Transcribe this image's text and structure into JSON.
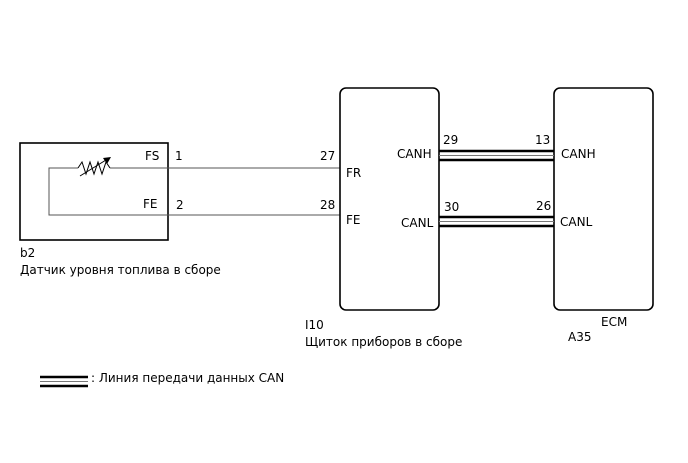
{
  "sensor": {
    "code": "b2",
    "name": "Датчик уровня топлива в сборе",
    "pin_fs_label": "FS",
    "pin_fs_num": "1",
    "pin_fe_label": "FE",
    "pin_fe_num": "2"
  },
  "cluster": {
    "code": "I10",
    "name": "Щиток приборов в сборе",
    "pin_fr_num": "27",
    "pin_fr_label": "FR",
    "pin_fe_num": "28",
    "pin_fe_label": "FE",
    "pin_canh_num": "29",
    "pin_canh_label": "CANH",
    "pin_canl_num": "30",
    "pin_canl_label": "CANL"
  },
  "ecm": {
    "code": "A35",
    "name": "ECM",
    "pin_canh_num": "13",
    "pin_canh_label": "CANH",
    "pin_canl_num": "26",
    "pin_canl_label": "CANL"
  },
  "legend": {
    "text": ": Линия передачи данных CAN"
  }
}
